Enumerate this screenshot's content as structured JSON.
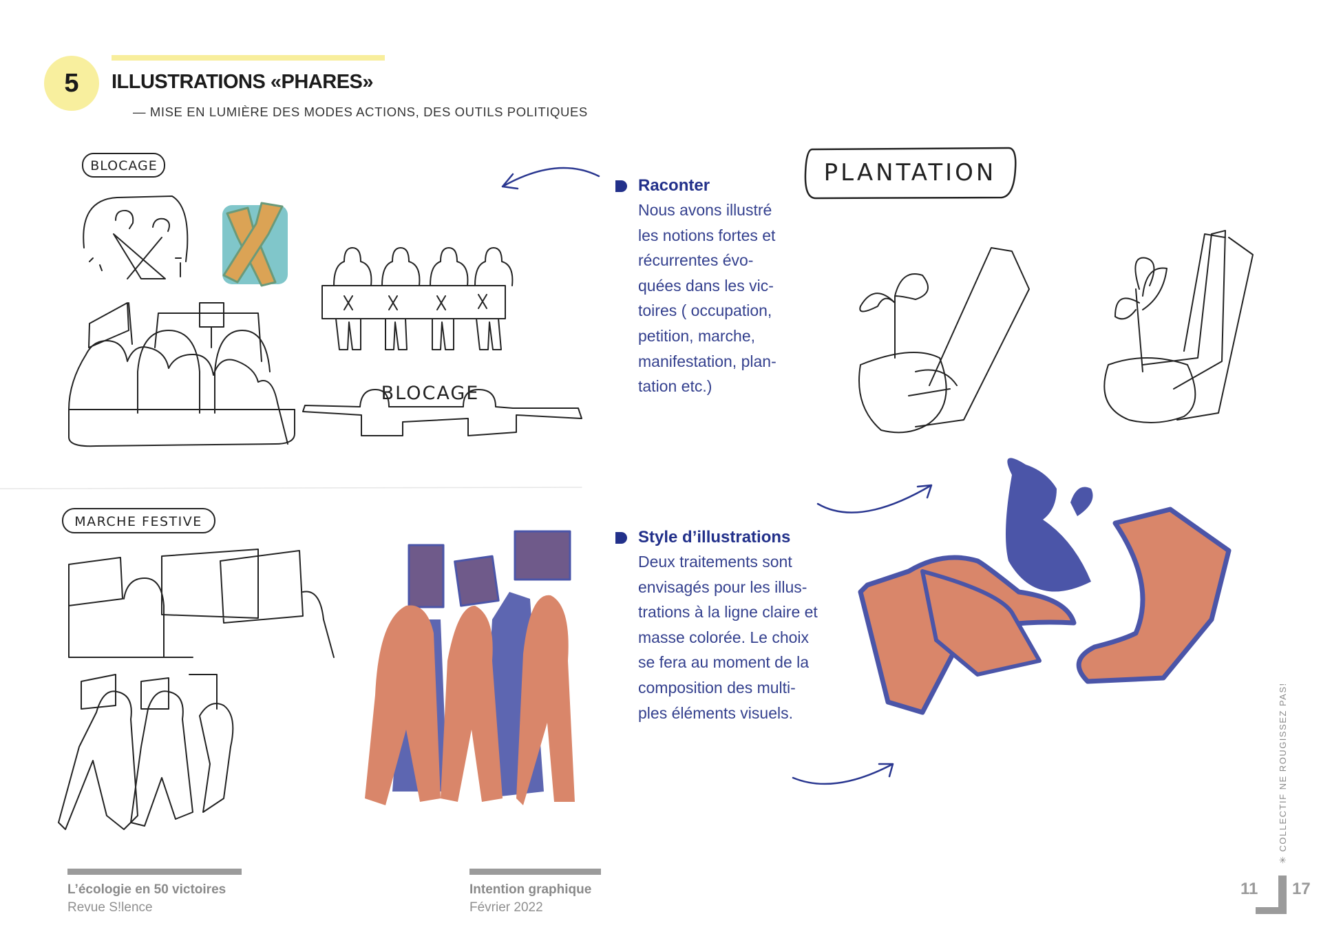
{
  "header": {
    "section_number": "5",
    "title": "ILLUSTRATIONS «PHARES»",
    "subtitle": "— MISE EN LUMIÈRE DES MODES ACTIONS, DES OUTILS POLITIQUES"
  },
  "illustrations": {
    "blocage_label": "BLOCAGE",
    "blocage_banner_text": "BLOCAGE",
    "plantation_label": "PLANTATION",
    "marche_label": "MARCHE FESTIVE"
  },
  "blocks": [
    {
      "title": "Raconter",
      "lines": [
        "Nous avons illustré",
        "les notions fortes et",
        "récurrentes évo-",
        "quées dans les vic-",
        "toires ( occupation,",
        "petition, marche,",
        "manifestation, plan-",
        "tation etc.)"
      ]
    },
    {
      "title": "Style d’illustrations",
      "lines": [
        "Deux traitements sont",
        "envisagés pour les illus-",
        "trations à la ligne claire et",
        "masse colorée. Le choix",
        "se fera au moment de la",
        "composition des multi-",
        "ples éléments visuels."
      ]
    }
  ],
  "footer": {
    "left_title": "L’écologie en 50 victoires",
    "left_sub": "Revue S!lence",
    "mid_title": "Intention graphique",
    "mid_sub": "Février 2022",
    "page_left": "11",
    "page_right": "17",
    "vertical_credit": "✳ COLLECTIF NE ROUGISSEZ PAS!"
  },
  "colors": {
    "accent_yellow": "#f8ee9c",
    "text_blue": "#22308a",
    "ink_blue": "#4b55a8",
    "terracotta": "#d9866a",
    "teal": "#7fc4c9",
    "ochre": "#dba355",
    "footer_grey": "#9b9b9b"
  }
}
